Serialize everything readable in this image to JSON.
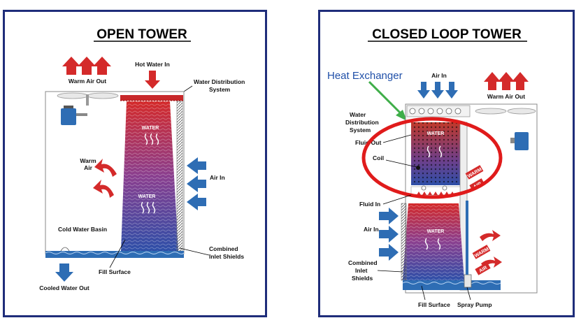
{
  "open_tower": {
    "title": "OPEN TOWER",
    "labels": {
      "warm_air_out": "Warm Air Out",
      "hot_water_in": "Hot Water In",
      "water_distribution_1": "Water Distribution",
      "water_distribution_2": "System",
      "warm_air_1": "Warm",
      "warm_air_2": "Air",
      "air_in": "Air In",
      "water_top": "WATER",
      "water_mid": "WATER",
      "cold_water_basin": "Cold Water Basin",
      "fill_surface": "Fill Surface",
      "combined_1": "Combined",
      "combined_2": "Inlet Shields",
      "cooled_water_out": "Cooled Water Out"
    }
  },
  "closed_tower": {
    "title": "CLOSED LOOP TOWER",
    "labels": {
      "heat_exchanger": "Heat Exchanger",
      "air_in_top": "Air In",
      "warm_air_out": "Warm Air Out",
      "water_dist_1": "Water",
      "water_dist_2": "Distribution",
      "water_dist_3": "System",
      "fluid_out": "Fluid Out",
      "coil": "Coil",
      "water_coil": "WATER",
      "warm_1": "WARM",
      "air_1": "AIR",
      "fluid_in": "Fluid In",
      "air_in_side": "Air In",
      "water_fill": "WATER",
      "warm_2": "WARM",
      "air_2": "AIR",
      "combined_1": "Combined",
      "combined_2": "Inlet",
      "combined_3": "Shields",
      "fill_surface": "Fill Surface",
      "spray_pump": "Spray Pump"
    }
  },
  "colors": {
    "border": "#1f2d7a",
    "hot": "#d42a2a",
    "cold": "#2e6db4",
    "highlight_ring": "#e01b1b",
    "pointer_arrow": "#3fae49"
  }
}
